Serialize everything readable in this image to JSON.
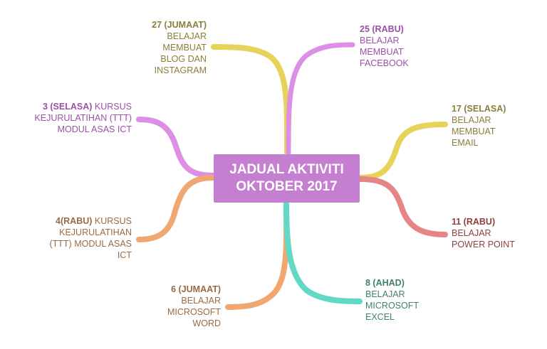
{
  "center": {
    "line1": "JADUAL AKTIVITI",
    "line2": "OKTOBER 2017",
    "color": "#c47fd0"
  },
  "branches": [
    {
      "id": "27",
      "date": "27 (JUMAAT)",
      "lines": [
        "BELAJAR",
        "MEMBUAT",
        "BLOG DAN",
        "INSTAGRAM"
      ],
      "color": "#e8d35a",
      "text_color": "#8a7f3a"
    },
    {
      "id": "25",
      "date": "25 (RABU)",
      "lines": [
        "BELAJAR",
        "MEMBUAT",
        "FACEBOOK"
      ],
      "color": "#dd8fe6",
      "text_color": "#9b50a8"
    },
    {
      "id": "3",
      "date": "3 (SELASA)",
      "first_rest": "KURSUS",
      "lines": [
        "KEJURULATIHAN (TTT)",
        "MODUL ASAS ICT"
      ],
      "color": "#dd8fe6",
      "text_color": "#9b50a8"
    },
    {
      "id": "17",
      "date": "17 (SELASA)",
      "lines": [
        "BELAJAR",
        "MEMBUAT",
        "EMAIL"
      ],
      "color": "#e8d35a",
      "text_color": "#8a7f3a"
    },
    {
      "id": "4",
      "date": "4(RABU)",
      "first_rest": "KURSUS",
      "lines": [
        "KEJURULATIHAN",
        "(TTT) MODUL ASAS",
        "ICT"
      ],
      "color": "#f0a870",
      "text_color": "#9a6a45"
    },
    {
      "id": "11",
      "date": "11 (RABU)",
      "lines": [
        "BELAJAR",
        "POWER POINT"
      ],
      "color": "#e58585",
      "text_color": "#8f3f3f"
    },
    {
      "id": "6",
      "date": "6 (JUMAAT)",
      "lines": [
        "BELAJAR",
        "MICROSOFT",
        "WORD"
      ],
      "color": "#f0a870",
      "text_color": "#9a6a45"
    },
    {
      "id": "8",
      "date": "8 (AHAD)",
      "lines": [
        "BELAJAR",
        "MICROSOFT",
        "EXCEL"
      ],
      "color": "#62d9c4",
      "text_color": "#3f7f74"
    }
  ]
}
